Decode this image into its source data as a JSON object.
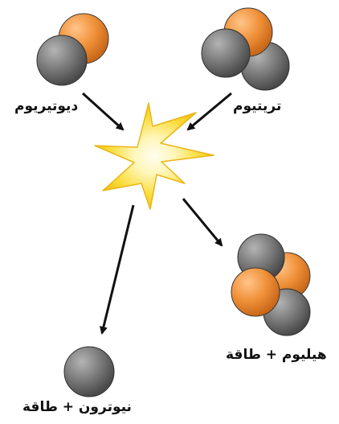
{
  "labels": {
    "deuterium": "ديوتيريوم",
    "tritium": "تريتيوم",
    "helium_energy": "هيليوم + طاقة",
    "neutron_energy": "نيوترون + طاقة"
  },
  "colors": {
    "proton": "#f0913a",
    "neutron": "#7a7a7a",
    "burst_outer": "#f7d21e",
    "burst_inner": "#fff8d0",
    "arrow": "#111111",
    "text": "#111111"
  },
  "particles": {
    "deuterium": [
      "proton",
      "neutron"
    ],
    "tritium": [
      "proton",
      "neutron",
      "neutron"
    ],
    "helium": [
      "proton",
      "proton",
      "neutron",
      "neutron"
    ],
    "free": [
      "neutron"
    ]
  }
}
